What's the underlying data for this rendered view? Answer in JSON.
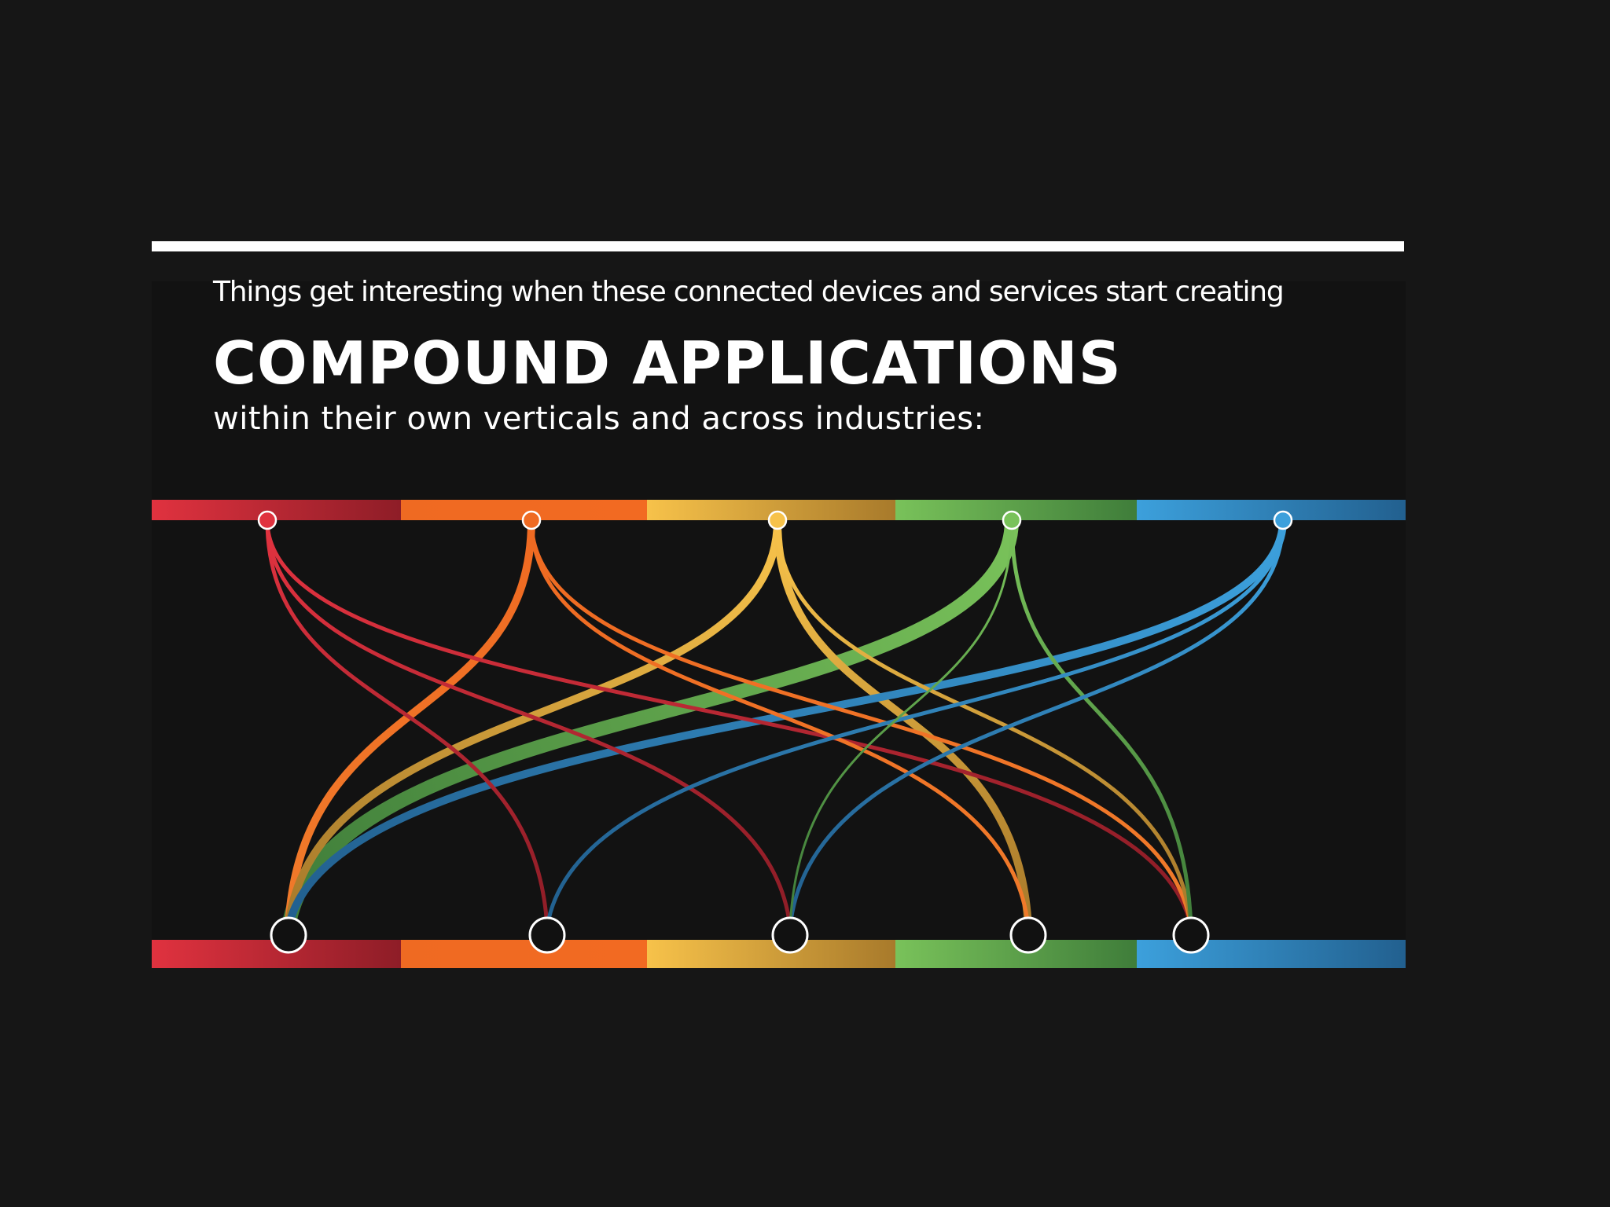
{
  "header": {
    "intro": "Things get interesting when these connected devices and services start creating",
    "title": "COMPOUND APPLICATIONS",
    "subtitle": "within their own verticals and across industries:"
  },
  "colors": {
    "red": [
      "#e0323f",
      "#8e1d27"
    ],
    "orange": [
      "#ef6a22",
      "#f26a22"
    ],
    "yellow": [
      "#f7c24a",
      "#a87a2b"
    ],
    "green": [
      "#79c25a",
      "#3f7d3a"
    ],
    "blue": [
      "#3ca0dc",
      "#22608f"
    ]
  },
  "connections": [
    {
      "from": "red",
      "to": 1,
      "width": "thin"
    },
    {
      "from": "red",
      "to": 2,
      "width": "thin"
    },
    {
      "from": "red",
      "to": 4,
      "width": "thin"
    },
    {
      "from": "orange",
      "to": 0,
      "width": "thick"
    },
    {
      "from": "orange",
      "to": 3,
      "width": "thin"
    },
    {
      "from": "orange",
      "to": 4,
      "width": "thin"
    },
    {
      "from": "yellow",
      "to": 0,
      "width": "thick"
    },
    {
      "from": "yellow",
      "to": 3,
      "width": "thick"
    },
    {
      "from": "yellow",
      "to": 4,
      "width": "thin"
    },
    {
      "from": "green",
      "to": 0,
      "width": "heavy"
    },
    {
      "from": "green",
      "to": 2,
      "width": "hair"
    },
    {
      "from": "green",
      "to": 4,
      "width": "thin"
    },
    {
      "from": "blue",
      "to": 0,
      "width": "thick"
    },
    {
      "from": "blue",
      "to": 1,
      "width": "thin"
    },
    {
      "from": "blue",
      "to": 2,
      "width": "thin"
    }
  ]
}
